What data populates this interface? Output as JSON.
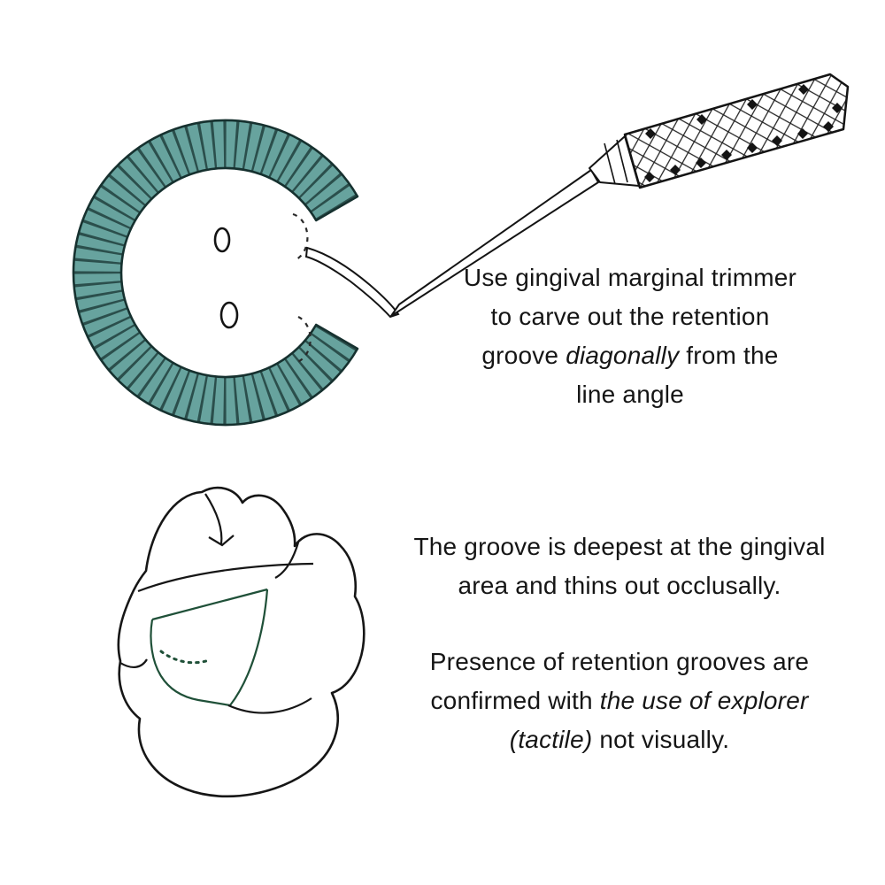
{
  "page": {
    "background": "#ffffff"
  },
  "diagram": {
    "top": {
      "caption": {
        "line1": "Use gingival marginal trimmer",
        "line2": "to carve out the retention",
        "line3_pre": "groove ",
        "line3_italic": "diagonally",
        "line3_post": " from the",
        "line4": "line angle"
      }
    },
    "bottom": {
      "caption1": {
        "line1": "The groove is deepest at the gingival",
        "line2": "area and thins out occlusally."
      },
      "caption2": {
        "line1": "Presence of retention grooves are",
        "line2_pre": "confirmed with ",
        "line2_italic": "the use of explorer",
        "line3_italic": "(tactile)",
        "line3_post": " not visually."
      }
    },
    "colors": {
      "background": "#ffffff",
      "ring_fill": "#67a39e",
      "ring_hatch": "#2b4f4c",
      "ring_outline": "#16312f",
      "ink": "#141414",
      "groove_green": "#1f5038"
    }
  }
}
